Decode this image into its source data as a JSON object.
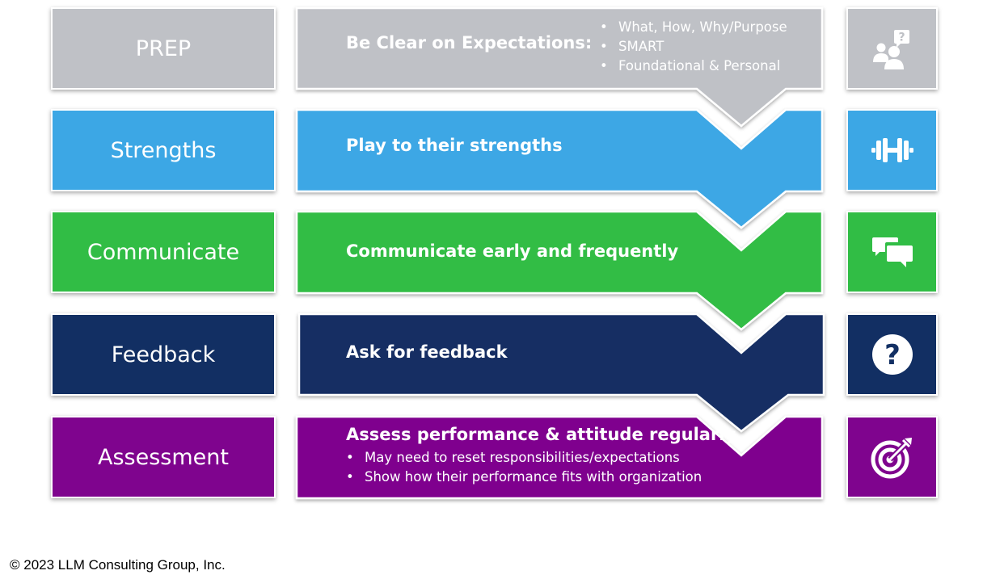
{
  "colors": {
    "prep": "#bfc1c6",
    "strengths": "#3ca7e5",
    "communicate": "#31bd45",
    "feedback": "#122f63",
    "assessment": "#7f048e"
  },
  "rows": [
    {
      "key": "prep",
      "label": "PREP",
      "title": "Be Clear on Expectations:",
      "bullets": [
        "What, How, Why/Purpose",
        "SMART",
        "Foundational & Personal"
      ],
      "icon": "people-question-icon"
    },
    {
      "key": "strengths",
      "label": "Strengths",
      "title": "Play to their strengths",
      "icon": "dumbbell-icon"
    },
    {
      "key": "communicate",
      "label": "Communicate",
      "title": "Communicate early and frequently",
      "icon": "chat-bubbles-icon"
    },
    {
      "key": "feedback",
      "label": "Feedback",
      "title": "Ask for feedback",
      "icon": "question-circle-icon"
    },
    {
      "key": "assessment",
      "label": "Assessment",
      "title": "Assess performance & attitude regularly",
      "bullets": [
        "May need to reset responsibilities/expectations",
        "Show how their performance fits with organization"
      ],
      "icon": "target-icon"
    }
  ],
  "footer": {
    "copyright": "© 2023 LLM Consulting Group, Inc."
  }
}
